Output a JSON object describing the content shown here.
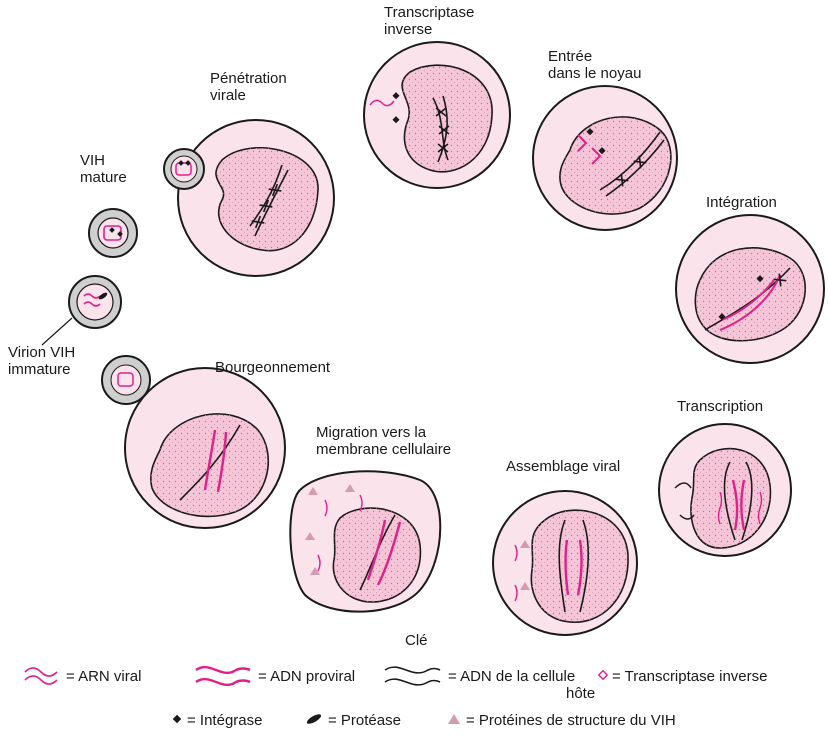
{
  "colors": {
    "cell_fill": "#fbe3ec",
    "nucleus_fill": "#f6c6d8",
    "outline": "#1a1a1a",
    "magenta": "#e0218a",
    "virion_shell": "#cfcfcf"
  },
  "labels": {
    "virion_immature": [
      "Virion VIH",
      "immature"
    ],
    "vih_mature": [
      "VIH",
      "mature"
    ],
    "penetration": [
      "Pénétration",
      "virale"
    ],
    "reverse_transcriptase": [
      "Transcriptase",
      "inverse"
    ],
    "nucleus_entry": [
      "Entrée",
      "dans le noyau"
    ],
    "integration": "Intégration",
    "transcription": "Transcription",
    "viral_assembly": "Assemblage viral",
    "migration": [
      "Migration vers la",
      "membrane cellulaire"
    ],
    "budding": "Bourgeonnement"
  },
  "key": {
    "title": "Clé",
    "items": {
      "arn": "= ARN viral",
      "adn_proviral": "= ADN proviral",
      "adn_host": [
        "= ADN de la cellule",
        "hôte"
      ],
      "rt": "= Transcriptase inverse",
      "integrase": "= Intégrase",
      "protease": "= Protéase",
      "structural": "= Protéines de structure du VIH"
    }
  }
}
